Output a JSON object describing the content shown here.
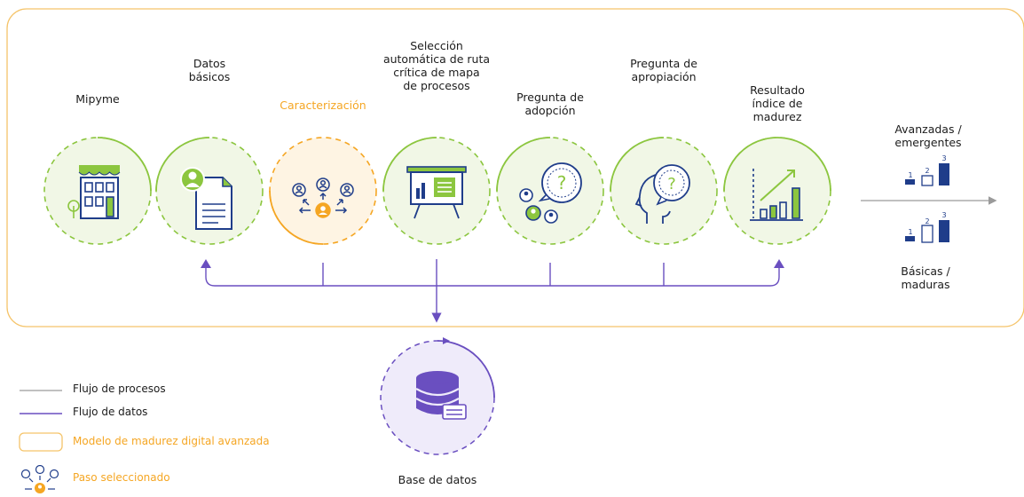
{
  "colors": {
    "green": "#8cc63f",
    "green_light": "#f1f7e6",
    "orange": "#f5a623",
    "orange_light": "#fef4e3",
    "purple": "#6a4fc0",
    "purple_light": "#efebfa",
    "navy": "#1f3d8a",
    "gray": "#9a9a9a"
  },
  "steps": [
    {
      "label": "Mipyme",
      "icon": "storefront-icon"
    },
    {
      "label": "Datos\nbásicos",
      "icon": "document-user-icon"
    },
    {
      "label": "Caracterización",
      "icon": "people-network-icon",
      "selected": true
    },
    {
      "label": "Selección\nautomática de ruta\ncrítica de mapa\nde procesos",
      "icon": "presentation-board-icon"
    },
    {
      "label": "Pregunta de\nadopción",
      "icon": "question-group-icon"
    },
    {
      "label": "Pregunta de\napropiación",
      "icon": "head-question-icon"
    },
    {
      "label": "Resultado\níndice de\nmadurez",
      "icon": "growth-chart-icon"
    }
  ],
  "outcomes": {
    "top": {
      "label": "Avanzadas /\nemergentes",
      "ranks": [
        "1",
        "2",
        "3"
      ]
    },
    "bottom": {
      "label": "Básicas /\nmaduras",
      "ranks": [
        "1",
        "2",
        "3"
      ]
    }
  },
  "database": {
    "label": "Base de datos",
    "icon": "database-icon"
  },
  "legend": {
    "process_flow": "Flujo de procesos",
    "data_flow": "Flujo de datos",
    "model": "Modelo de madurez digital avanzada",
    "selected_step": "Paso seleccionado"
  }
}
